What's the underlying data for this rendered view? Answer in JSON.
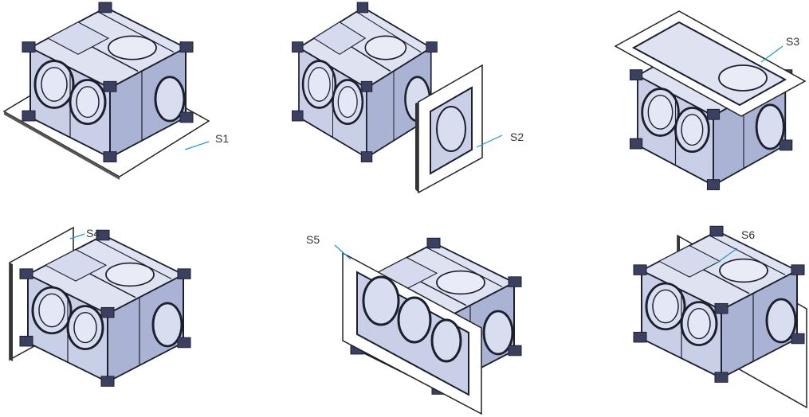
{
  "labels": {
    "s1": "S1",
    "s2": "S2",
    "s3": "S3",
    "s4": "S4",
    "s5": "S5",
    "s6": "S6"
  },
  "colors": {
    "leader": "#1a9ad6",
    "body": "#c9cfe6",
    "body_shadow": "#9ba5c8",
    "outline": "#1c1f2e",
    "plate": "#ffffff",
    "plate_edge": "#222222"
  },
  "icons": {
    "gearbox": "gearbox-illustration",
    "plate": "mounting-plate"
  }
}
